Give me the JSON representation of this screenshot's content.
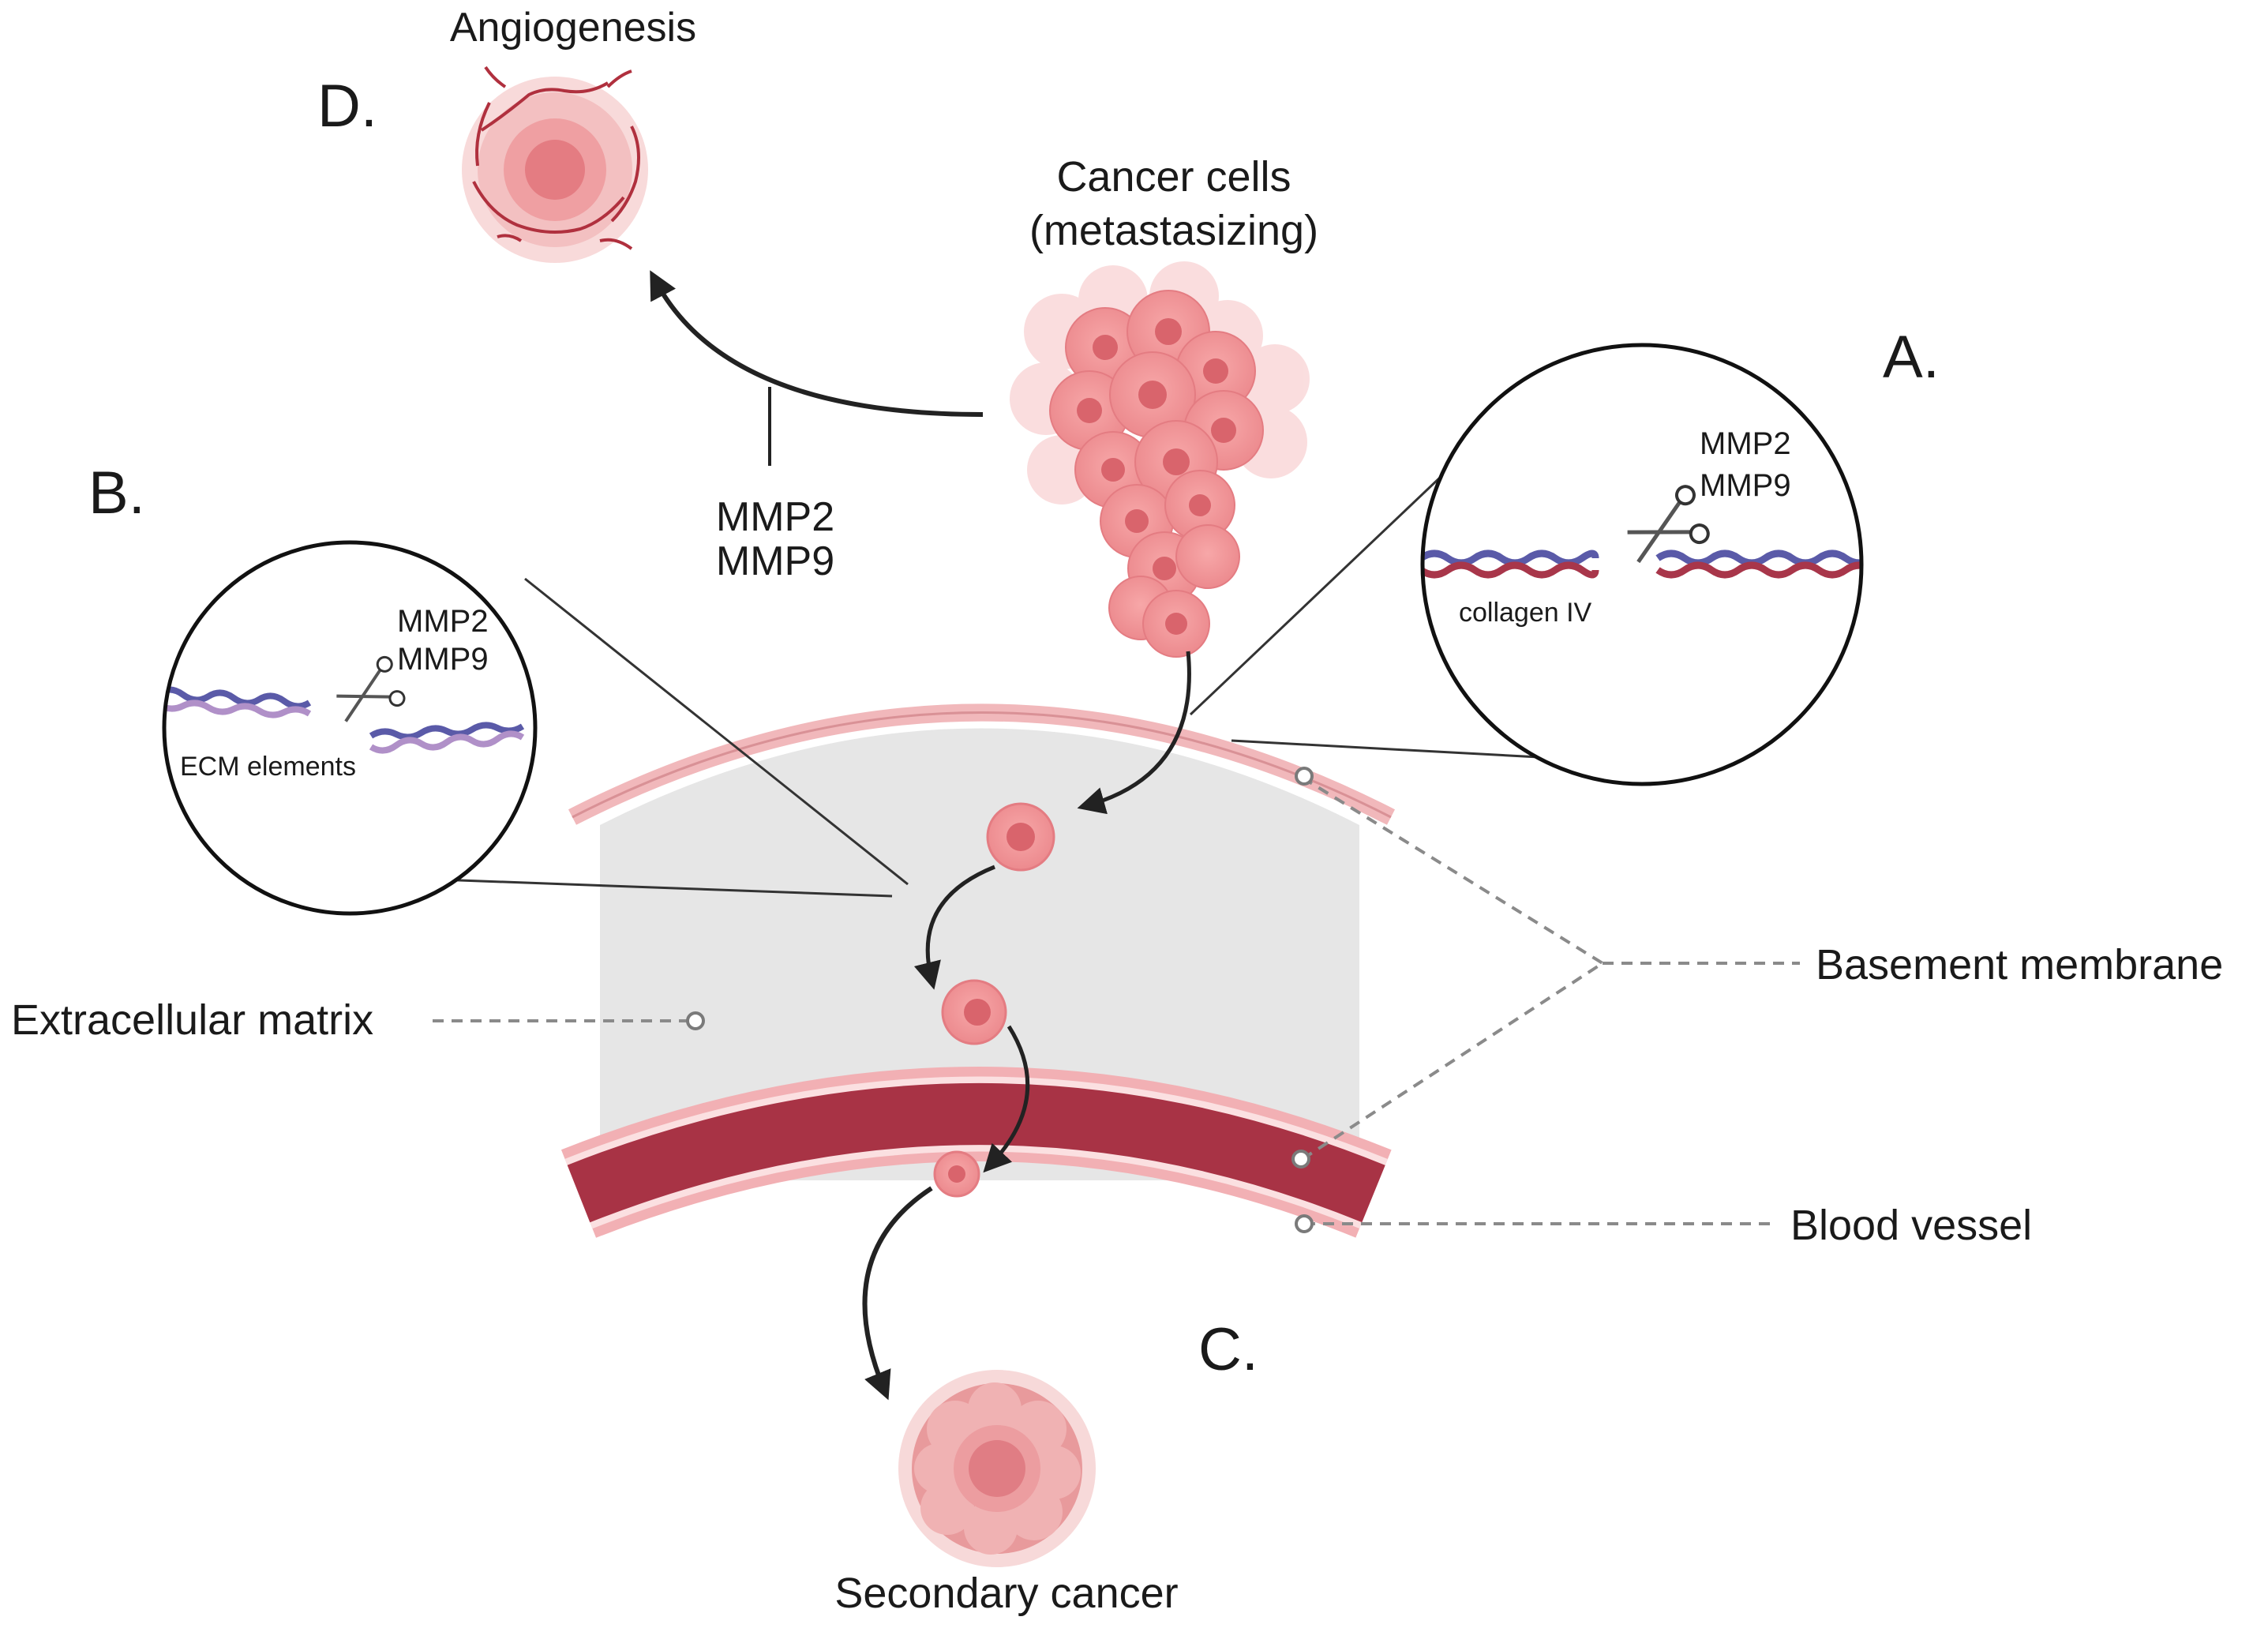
{
  "labels": {
    "angiogenesis": "Angiogenesis",
    "cancer_cells_line1": "Cancer cells",
    "cancer_cells_line2": "(metastasizing)",
    "mmp2": "MMP2",
    "mmp9": "MMP9",
    "collagen": "collagen IV",
    "ecm_elements": "ECM elements",
    "extracellular_matrix": "Extracellular matrix",
    "basement_membrane": "Basement membrane",
    "blood_vessel": "Blood vessel",
    "secondary_cancer": "Secondary cancer"
  },
  "panel_letters": {
    "a": "A.",
    "b": "B.",
    "c": "C.",
    "d": "D."
  },
  "icons": [
    "angiogenesis-tumor-icon",
    "cancer-cell-cluster-icon",
    "scissors-icon",
    "collagen-fiber-icon",
    "secondary-tumor-icon",
    "blood-vessel-icon"
  ],
  "colors": {
    "cell_fill": "#f08f92",
    "cell_nucleus": "#d9646c",
    "vessel_dark": "#a83345",
    "vessel_light": "#f2b0b4",
    "matrix_gray": "#e6e6e6",
    "fiber_blue": "#5a5aa8",
    "fiber_red": "#a8364a"
  }
}
